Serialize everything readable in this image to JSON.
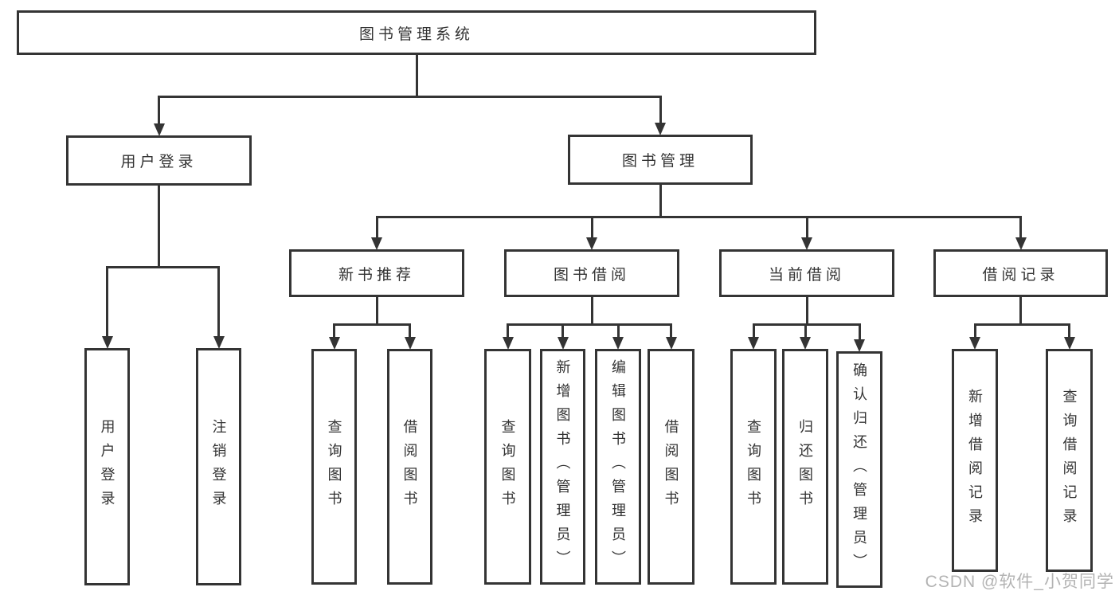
{
  "diagram": {
    "watermark": "CSDN @软件_小贺同学",
    "colors": {
      "background": "#ffffff",
      "line": "#343434",
      "box_border": "#343434",
      "text": "#333333",
      "watermark": "#b3b3b3"
    },
    "root": {
      "id": "library-management-system",
      "label": "图书管理系统",
      "children": [
        {
          "id": "user-login",
          "label": "用户登录",
          "children": [
            {
              "id": "user-login-action",
              "label": "用户登录"
            },
            {
              "id": "logout",
              "label": "注销登录"
            }
          ]
        },
        {
          "id": "book-management",
          "label": "图书管理",
          "children": [
            {
              "id": "new-book-recommendation",
              "label": "新书推荐",
              "children": [
                {
                  "id": "query-books-recommend",
                  "label": "查询图书"
                },
                {
                  "id": "borrow-books-recommend",
                  "label": "借阅图书"
                }
              ]
            },
            {
              "id": "book-borrowing",
              "label": "图书借阅",
              "children": [
                {
                  "id": "query-books-borrowing",
                  "label": "查询图书"
                },
                {
                  "id": "add-books-admin",
                  "label": "新增图书（管理员）"
                },
                {
                  "id": "edit-books-admin",
                  "label": "编辑图书（管理员）"
                },
                {
                  "id": "borrow-books-borrowing",
                  "label": "借阅图书"
                }
              ]
            },
            {
              "id": "current-borrowing",
              "label": "当前借阅",
              "children": [
                {
                  "id": "query-books-current",
                  "label": "查询图书"
                },
                {
                  "id": "return-books",
                  "label": "归还图书"
                },
                {
                  "id": "confirm-return-admin",
                  "label": "确认归还（管理员）"
                }
              ]
            },
            {
              "id": "borrowing-records",
              "label": "借阅记录",
              "children": [
                {
                  "id": "add-borrowing-record",
                  "label": "新增借阅记录"
                },
                {
                  "id": "query-borrowing-record",
                  "label": "查询借阅记录"
                }
              ]
            }
          ]
        }
      ]
    }
  }
}
